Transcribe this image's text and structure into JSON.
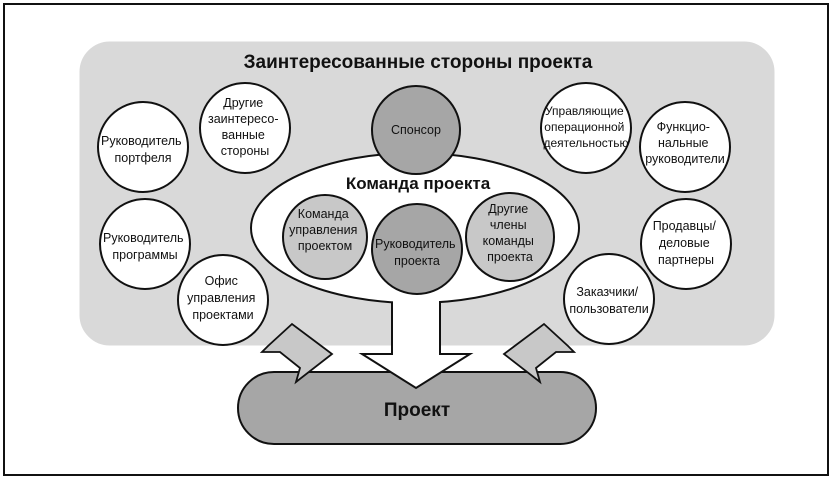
{
  "diagram": {
    "stakeholders_title": "Заинтересованные стороны проекта",
    "team_title": "Команда проекта",
    "project_label": "Проект",
    "sponsor": "Спонсор",
    "team_members": {
      "pm_team": [
        "Команда",
        "управления",
        "проектом"
      ],
      "pm": [
        "Руководитель",
        "проекта"
      ],
      "other": [
        "Другие",
        "члены",
        "команды",
        "проекта"
      ]
    },
    "stakeholders": {
      "portfolio_manager": [
        "Руководитель",
        "портфеля"
      ],
      "other_stakeholders": [
        "Другие",
        "заинтересо-",
        "ванные",
        "стороны"
      ],
      "program_manager": [
        "Руководитель",
        "программы"
      ],
      "pmo": [
        "Офис",
        "управления",
        "проектами"
      ],
      "operations_managers": [
        "Управляющие",
        "операционной",
        "деятельностью"
      ],
      "functional_managers": [
        "Функцио-",
        "нальные",
        "руководители"
      ],
      "sellers_partners": [
        "Продавцы/",
        "деловые",
        "партнеры"
      ],
      "customers_users": [
        "Заказчики/",
        "пользователи"
      ]
    },
    "colors": {
      "panel": "#d9d9d9",
      "dark_circle": "#a6a6a6",
      "inner_circle": "#c8c8c8",
      "white": "#ffffff",
      "stroke": "#111111"
    }
  }
}
